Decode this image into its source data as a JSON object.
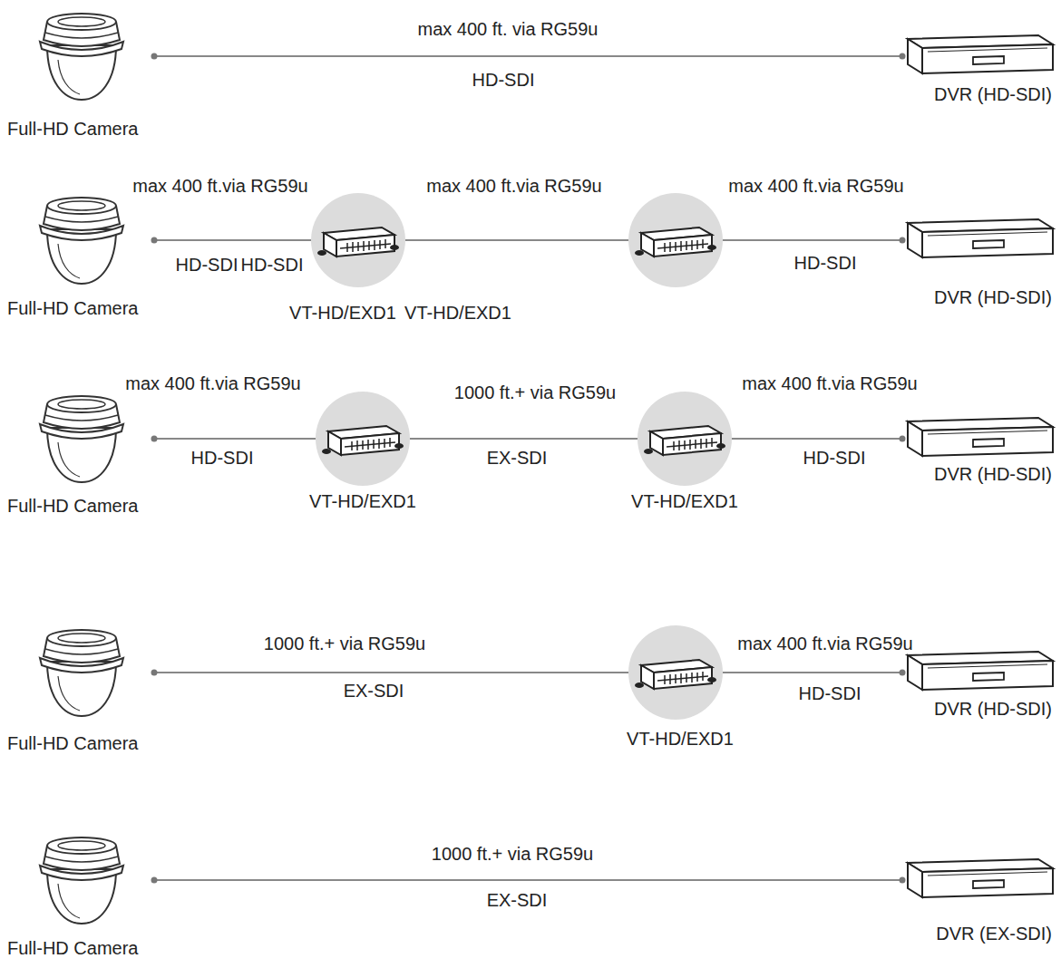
{
  "diagram": {
    "nodes": [
      {
        "text": [
          "Full-HD Camera"
        ]
      },
      {
        "text": [
          "DVR (HD-SDI)"
        ]
      },
      {
        "text": [
          "Full-HD Camera"
        ]
      },
      {
        "text": [
          "VT-HD/EXD1"
        ]
      },
      {
        "text": [
          "VT-HD/EXD1"
        ]
      },
      {
        "text": [
          "DVR (HD-SDI)"
        ]
      },
      {
        "text": [
          "Full-HD Camera"
        ]
      },
      {
        "text": [
          "VT-HD/EXD1"
        ]
      },
      {
        "text": [
          "VT-HD/EXD1"
        ]
      },
      {
        "text": [
          "DVR (HD-SDI)"
        ]
      },
      {
        "text": [
          "Full-HD Camera"
        ]
      },
      {
        "text": [
          "VT-HD/EXD1"
        ]
      },
      {
        "text": [
          "DVR (HD-SDI)"
        ]
      },
      {
        "text": [
          "Full-HD Camera"
        ]
      },
      {
        "text": [
          "DVR (EX-SDI)"
        ]
      }
    ],
    "edges": [
      {
        "from": 0,
        "to": 1,
        "label": "max 400 ft. via RG59u",
        "arrow": "none"
      },
      {
        "from": 2,
        "to": 3,
        "label": "max 400 ft.via RG59u",
        "arrow": "none"
      },
      {
        "from": 3,
        "to": 4,
        "label": "max 400 ft.via RG59u",
        "arrow": "none"
      },
      {
        "from": 4,
        "to": 5,
        "label": "max 400 ft.via RG59u",
        "arrow": "none"
      },
      {
        "from": 6,
        "to": 7,
        "label": "max 400 ft.via RG59u",
        "arrow": "none"
      },
      {
        "from": 7,
        "to": 8,
        "label": "1000 ft.+ via RG59u",
        "arrow": "none"
      },
      {
        "from": 8,
        "to": 9,
        "label": "max 400 ft.via RG59u",
        "arrow": "none"
      },
      {
        "from": 10,
        "to": 11,
        "label": "1000 ft.+ via RG59u",
        "arrow": "none"
      },
      {
        "from": 11,
        "to": 12,
        "label": "max 400 ft.via RG59u",
        "arrow": "none"
      },
      {
        "from": 13,
        "to": 14,
        "label": "1000 ft.+ via RG59u",
        "arrow": "none"
      }
    ],
    "labels": [
      "HD-SDI",
      "HD-SDI",
      "HD-SDI",
      "HD-SDI",
      "HD-SDI",
      "EX-SDI",
      "HD-SDI",
      "EX-SDI",
      "HD-SDI",
      "EX-SDI"
    ]
  }
}
